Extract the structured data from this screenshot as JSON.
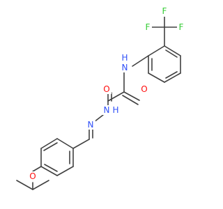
{
  "molecule": {
    "atoms": [
      {
        "id": "F1",
        "text": "F",
        "color": "#33cc33"
      },
      {
        "id": "F2",
        "text": "F",
        "color": "#33cc33"
      },
      {
        "id": "F3",
        "text": "F",
        "color": "#33cc33"
      },
      {
        "id": "NH1",
        "text": "N",
        "sub": "H",
        "color": "#3050f8"
      },
      {
        "id": "O1",
        "text": "O",
        "color": "#ff0d0d"
      },
      {
        "id": "O2",
        "text": "O",
        "color": "#ff0d0d"
      },
      {
        "id": "NH2",
        "text": "N",
        "sub": "H",
        "color": "#3050f8"
      },
      {
        "id": "N3",
        "text": "N",
        "color": "#3050f8"
      },
      {
        "id": "O3",
        "text": "O",
        "color": "#ff0d0d"
      }
    ],
    "colors": {
      "bond": "#404040",
      "background": "#ffffff"
    }
  }
}
